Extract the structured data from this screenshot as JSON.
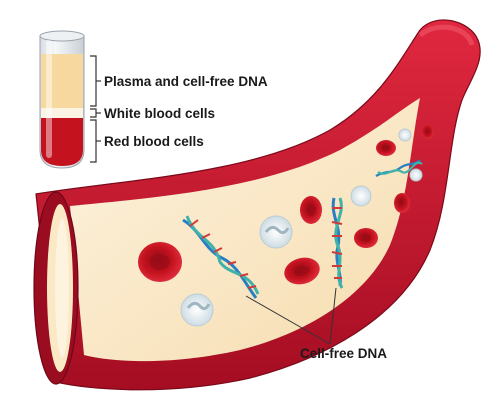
{
  "labels": {
    "plasma": "Plasma and cell-free DNA",
    "white_cells": "White blood cells",
    "red_cells": "Red blood cells",
    "cfdna": "Cell-free DNA"
  },
  "colors": {
    "vessel_outer": "#c8102e",
    "vessel_dark": "#8e0a1f",
    "plasma": "#fbe8c4",
    "plasma_light": "#fdf3df",
    "red_cell": "#c4121f",
    "white_cell": "#dde9ee",
    "dna_blue": "#2a7fc4",
    "dna_teal": "#3fb3a8",
    "dna_red": "#d23a3a",
    "tube_glass": "#eef1f4",
    "tube_plasma": "#f7d9a0",
    "tube_buffy": "#fbf3e3",
    "tube_red": "#c4121f"
  },
  "icons": {
    "tube": "blood-collection-tube-icon",
    "vessel": "blood-vessel-illustration",
    "red_cell": "red-blood-cell-icon",
    "white_cell": "white-blood-cell-icon",
    "dna": "dna-helix-icon"
  }
}
